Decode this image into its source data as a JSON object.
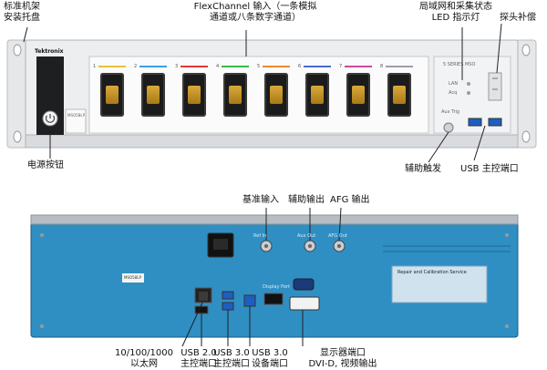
{
  "front": {
    "brand": "Tektronix",
    "model_badge": "MSO5BLP",
    "series_label": "5 SERIES MSO",
    "channels": [
      "1",
      "2",
      "3",
      "4",
      "5",
      "6",
      "7",
      "8"
    ],
    "channel_colors": [
      "#e8c23a",
      "#3aa0e8",
      "#e03a3a",
      "#3ab84a",
      "#f08a30",
      "#4a6ad8",
      "#d04aa0",
      "#9aa0a8"
    ],
    "indicator_labels": [
      "LAN",
      "Acq"
    ],
    "aux_trig_label": "Aux Trig",
    "callouts": {
      "rack_mount": "标准机架\n安装托盘",
      "flexchannel": "FlexChannel 输入（一条模拟\n通道或八条数字通道）",
      "lan_status": "局域网和采集状态\nLED 指示灯",
      "probe_comp": "探头补偿",
      "power": "电源按钮",
      "aux_trigger": "辅助触发",
      "usb_host": "USB 主控端口"
    }
  },
  "rear": {
    "service_title": "Repair and Calibration Service",
    "model_tag": "MSO58LP",
    "port_labels": {
      "ref": "Ref In",
      "aux": "Aux Out",
      "afg": "AFG Out",
      "display": "Display Port"
    },
    "callouts": {
      "ref_in": "基准输入",
      "aux_out": "辅助输出",
      "afg_out": "AFG 输出",
      "ethernet": "10/100/1000\n以太网",
      "usb2": "USB 2.0\n主控端口",
      "usb3_host": "USB 3.0\n主控端口",
      "usb3_device": "USB 3.0\n设备端口",
      "display": "显示器端口\nDVI-D, 视频输出"
    }
  }
}
